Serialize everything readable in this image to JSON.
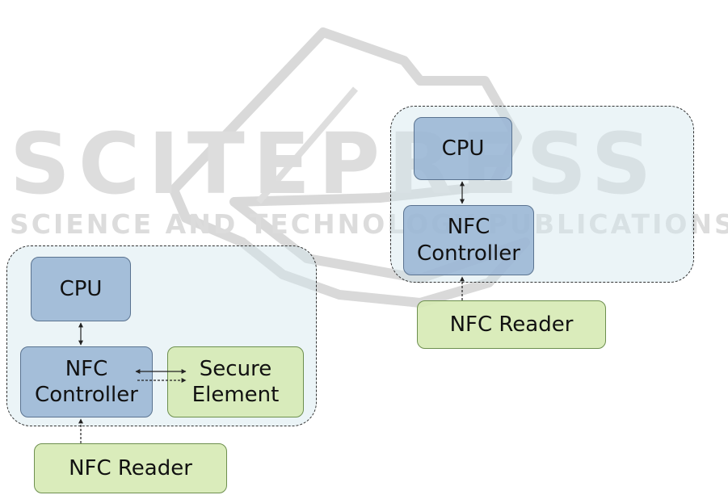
{
  "watermark": {
    "title": "SCITEPRESS",
    "subtitle": "SCIENCE AND TECHNOLOGY PUBLICATIONS"
  },
  "left_device": {
    "cpu_label": "CPU",
    "nfc_controller_label": "NFC\nController",
    "secure_element_label": "Secure\nElement",
    "reader_label": "NFC Reader"
  },
  "right_device": {
    "cpu_label": "CPU",
    "nfc_controller_label": "NFC\nController",
    "reader_label": "NFC Reader"
  },
  "colors": {
    "blue_box": "#98b4d4",
    "green_box": "#d6eab4",
    "container_fill": "#d2e7ee",
    "watermark": "#dddddd"
  }
}
